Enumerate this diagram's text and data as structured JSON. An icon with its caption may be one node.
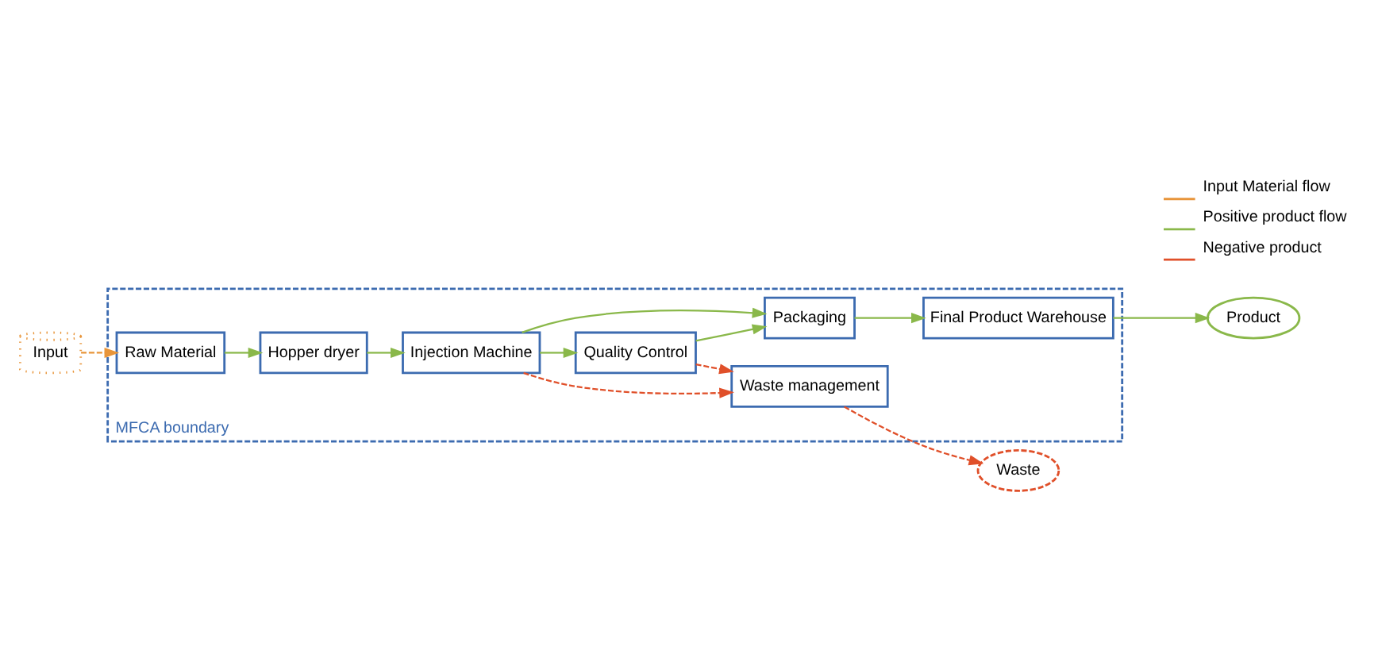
{
  "diagram": {
    "nodes": [
      {
        "text": [
          "Input"
        ]
      },
      {
        "text": [
          "MFCA boundary"
        ]
      },
      {
        "text": [
          "Raw Material"
        ],
        "in": 1
      },
      {
        "text": [
          "Hopper dryer"
        ],
        "in": 1
      },
      {
        "text": [
          "Injection Machine"
        ],
        "in": 1
      },
      {
        "text": [
          "Packaging"
        ],
        "in": 1
      },
      {
        "text": [
          "Quality Control"
        ],
        "in": 1
      },
      {
        "text": [
          "Final Product Warehouse"
        ],
        "in": 1
      },
      {
        "text": [
          "Waste management"
        ],
        "in": 1
      },
      {
        "text": [
          "Product"
        ]
      },
      {
        "text": [
          "Waste"
        ]
      }
    ],
    "edges": [
      {
        "from": 0,
        "to": 2,
        "arrow": "to",
        "style": "dashed",
        "color": "#e8953a"
      },
      {
        "from": 2,
        "to": 3,
        "arrow": "to"
      },
      {
        "from": 3,
        "to": 4,
        "arrow": "to"
      },
      {
        "from": 4,
        "to": 5,
        "arrow": "to"
      },
      {
        "from": 4,
        "to": 6,
        "arrow": "to"
      },
      {
        "from": 6,
        "to": 5,
        "arrow": "to"
      },
      {
        "from": 5,
        "to": 7,
        "arrow": "to"
      },
      {
        "from": 7,
        "to": 9,
        "arrow": "to"
      },
      {
        "from": 4,
        "to": 8,
        "arrow": "to",
        "style": "dashed",
        "color": "#e0502a"
      },
      {
        "from": 6,
        "to": 8,
        "arrow": "to",
        "style": "dashed",
        "color": "#e0502a"
      },
      {
        "from": 8,
        "to": 10,
        "arrow": "to",
        "style": "dashed",
        "color": "#e0502a"
      }
    ],
    "legend": [
      {
        "text": "Input Material flow"
      },
      {
        "text": "Positive product flow"
      },
      {
        "text": "Negative product"
      }
    ]
  }
}
